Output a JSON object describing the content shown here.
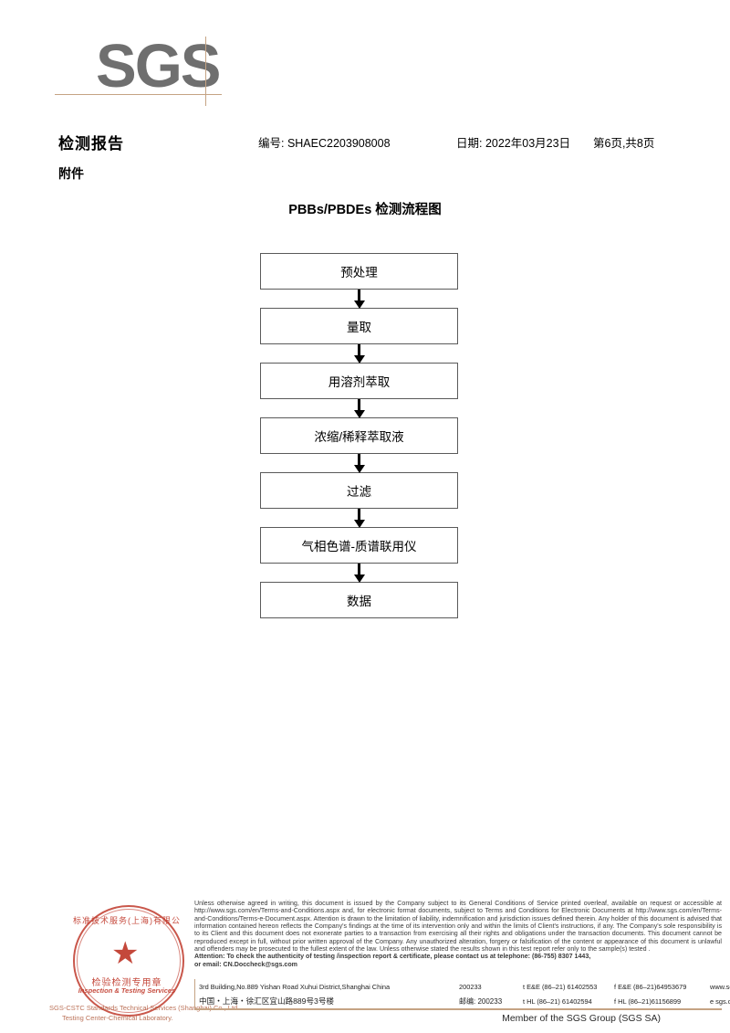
{
  "logo": {
    "text": "SGS",
    "color": "#6f6f6f",
    "rule_color": "#c5a383"
  },
  "header": {
    "title": "检测报告",
    "subtitle": "附件",
    "report_no": "编号: SHAEC2203908008",
    "date": "日期: 2022年03月23日",
    "page": "第6页,共8页"
  },
  "flowchart": {
    "title": "PBBs/PBDEs 检测流程图",
    "steps": [
      {
        "label": "预处理"
      },
      {
        "label": "量取"
      },
      {
        "label": "用溶剂萃取"
      },
      {
        "label": "浓缩/稀释萃取液"
      },
      {
        "label": "过滤"
      },
      {
        "label": "气相色谱-质谱联用仪"
      },
      {
        "label": "数据"
      }
    ]
  },
  "seal": {
    "cn_top": "标准技术服务(上海)有限公",
    "cn_mid": "检验检测专用章",
    "en": "Inspection & Testing Services",
    "bottom_line1": "SGS-CSTC Standards Technical Services (Shanghai) Co., Ltd.",
    "bottom_line2": "Testing Center-Chemical Laboratory.",
    "star": "★",
    "color": "#c0392b"
  },
  "footer": {
    "legal_paragraph": "Unless otherwise agreed in writing, this document is issued by the Company subject to its General Conditions of Service printed overleaf, available on request or accessible at http://www.sgs.com/en/Terms-and-Conditions.aspx and, for electronic format documents, subject to Terms and Conditions for Electronic Documents at http://www.sgs.com/en/Terms-and-Conditions/Terms-e-Document.aspx. Attention is drawn to the limitation of liability, indemnification and jurisdiction issues defined therein. Any holder of this document is advised that information contained hereon reflects the Company's findings at the time of its intervention only and within the limits of Client's instructions, if any. The Company's sole responsibility is to its Client and this document does not exonerate parties to a transaction from exercising all their rights and obligations under the transaction documents. This document cannot be reproduced except in full, without prior written approval of the Company. Any unauthorized alteration, forgery or falsification of the content or appearance of this document is unlawful and offenders may be prosecuted to the fullest extent of the law. Unless otherwise stated the results shown in this test report refer only to the sample(s) tested .",
    "attention_line1": "Attention: To check the authenticity of testing /inspection report & certificate, please contact us at telephone: (86-755) 8307 1443,",
    "attention_line2": "or email: CN.Doccheck@sgs.com",
    "attention_color": "#b9602f",
    "address_en": "3rd Building,No.889 Yishan Road Xuhui District,Shanghai China",
    "address_en_sup": "rd",
    "address_cn": "中国・上海・徐汇区宜山路889号3号楼",
    "zip_en": "200233",
    "zip_cn": "邮编: 200233",
    "tel_row1_a": "t E&E (86–21) 61402553",
    "tel_row1_b": "f E&E (86–21)64953679",
    "tel_row2_a": "t HL (86–21) 61402594",
    "tel_row2_b": "f HL (86–21)61156899",
    "web": "www.sgsgroup.com.cn",
    "email": "e sgs.china@sgs.com",
    "member": "Member of the SGS Group (SGS SA)",
    "rule_color": "#c5a383"
  }
}
